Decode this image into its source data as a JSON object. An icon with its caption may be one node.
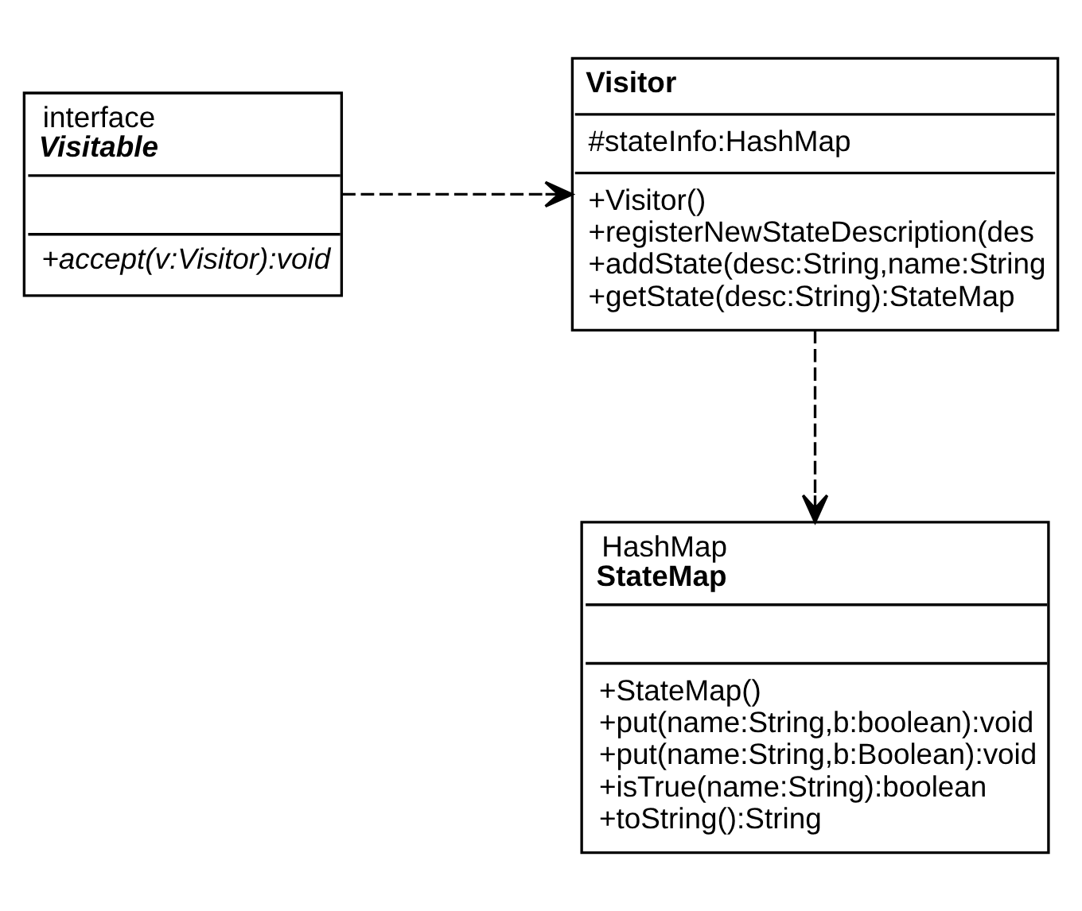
{
  "diagram": {
    "nodes": [
      {
        "text": [
          "Visitor",
          "#stateInfo:HashMap",
          "+Visitor()",
          "+registerNewStateDescription(des",
          "+addState(desc:String,name:String",
          "+getState(desc:String):StateMap"
        ]
      },
      {
        "text": [
          "interface",
          "Visitable",
          "+accept(v:Visitor):void"
        ]
      },
      {
        "text": [
          "HashMap",
          "StateMap",
          "+StateMap()",
          "+put(name:String,b:boolean):void",
          "+put(name:String,b:Boolean):void",
          "+isTrue(name:String):boolean",
          "+toString():String"
        ]
      }
    ],
    "edges": [
      {
        "from": 1,
        "to": 0,
        "arrow": "to",
        "style": "dashed"
      },
      {
        "from": 0,
        "to": 2,
        "arrow": "to",
        "style": "dashed"
      }
    ]
  }
}
